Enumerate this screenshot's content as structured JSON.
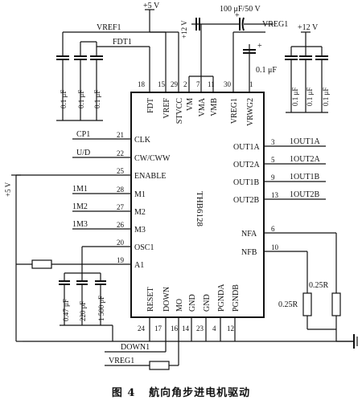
{
  "figure": {
    "number": "图 4",
    "caption": "航向角步进电机驱动"
  },
  "chip": {
    "part_number": "THB6128",
    "pins_left": [
      {
        "num": "21",
        "label": "CLK"
      },
      {
        "num": "22",
        "label": "CW/CWW"
      },
      {
        "num": "25",
        "label": "ENABLE"
      },
      {
        "num": "28",
        "label": "M1"
      },
      {
        "num": "27",
        "label": "M2"
      },
      {
        "num": "26",
        "label": "M3"
      },
      {
        "num": "20",
        "label": "OSC1"
      },
      {
        "num": "19",
        "label": "A1"
      }
    ],
    "pins_right": [
      {
        "num": "3",
        "label": "OUT1A"
      },
      {
        "num": "5",
        "label": "OUT2A"
      },
      {
        "num": "9",
        "label": "OUT1B"
      },
      {
        "num": "13",
        "label": "OUT2B"
      },
      {
        "num": "6",
        "label": "NFA"
      },
      {
        "num": "10",
        "label": "NFB"
      }
    ],
    "pins_top": [
      {
        "num": "18",
        "label": "FDT"
      },
      {
        "num": "15",
        "label": "VREF"
      },
      {
        "num": "29",
        "label": "STVCC"
      },
      {
        "num": "2",
        "label": "VM"
      },
      {
        "num": "7",
        "label": "VMA"
      },
      {
        "num": "11",
        "label": "VMB"
      },
      {
        "num": "30",
        "label": "VREG1"
      },
      {
        "num": "1",
        "label": "VRWG2"
      }
    ],
    "pins_bottom": [
      {
        "num": "24",
        "label": "RESET"
      },
      {
        "num": "17",
        "label": "DOWN"
      },
      {
        "num": "16",
        "label": "MO"
      },
      {
        "num": "14",
        "label": "GND"
      },
      {
        "num": "23",
        "label": "GND"
      },
      {
        "num": "4",
        "label": "PGNDA"
      },
      {
        "num": "12",
        "label": "PGNDB"
      }
    ]
  },
  "nets": {
    "supply_top": "+5 V",
    "vref1": "VREF1",
    "fdt1": "FDT1",
    "plus12": "+12 V",
    "cap_big": "100 μF/50 V",
    "vreg1_top": "VREG1",
    "plus12_right": "+12 V",
    "cp1": "CP1",
    "ud": "U/D",
    "plus5_left": "+5 V",
    "m1": "1M1",
    "m2": "1M2",
    "m3": "1M3",
    "out1a": "1OUT1A",
    "out2a": "1OUT2A",
    "out1b": "1OUT1B",
    "out2b": "1OUT2B",
    "down1": "DOWN1",
    "vreg1_bottom": "VREG1",
    "res_a": "0.25R",
    "res_b": "0.25R"
  },
  "components": {
    "caps_top_left": [
      "0.1 μF",
      "0.1 μF",
      "0.1 μF"
    ],
    "cap_vreg": "0.1 μF",
    "cap_vreg_polarity": "+",
    "cap_big_polarity": "+",
    "caps_top_right": [
      "0.1 μF",
      "0.1 μF",
      "0.1 μF"
    ],
    "caps_osc": [
      "0.47 μF",
      "220 pF",
      "1 500 pF"
    ]
  }
}
